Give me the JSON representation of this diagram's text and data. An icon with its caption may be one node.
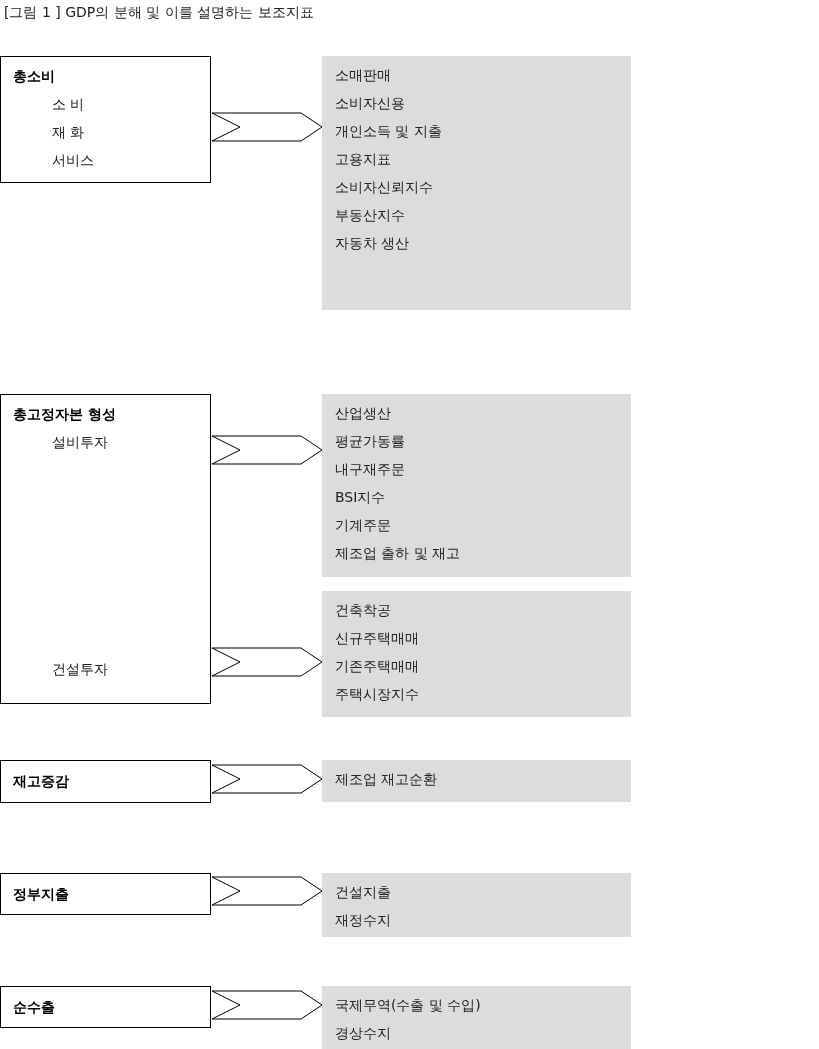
{
  "diagram": {
    "title": "[그림 1 ] GDP의 분해 및 이를 설명하는 보조지표",
    "nodes": [
      {
        "text": [
          "총소비",
          "소 비",
          "재 화",
          "서비스"
        ]
      },
      {
        "text": [
          "소매판매",
          "소비자신용",
          "개인소득 및 지출",
          "고용지표",
          "소비자신뢰지수",
          "부동산지수",
          "자동차 생산"
        ]
      },
      {
        "text": [
          "총고정자본 형성",
          "설비투자",
          "건설투자"
        ]
      },
      {
        "text": [
          "산업생산",
          "평균가동률",
          "내구재주문",
          "BSI지수",
          "기계주문",
          "제조업 출하 및 재고"
        ]
      },
      {
        "text": [
          "건축착공",
          "신규주택매매",
          "기존주택매매",
          "주택시장지수"
        ]
      },
      {
        "text": [
          "재고증감"
        ]
      },
      {
        "text": [
          "제조업 재고순환"
        ]
      },
      {
        "text": [
          "정부지출"
        ]
      },
      {
        "text": [
          "건설지출",
          "재정수지"
        ]
      },
      {
        "text": [
          "순수출"
        ]
      },
      {
        "text": [
          "국제무역(수출 및 수입)",
          "경상수지"
        ]
      }
    ],
    "edges": [
      {
        "from": 0,
        "to": 1,
        "arrow": "to"
      },
      {
        "from": 2,
        "to": 3,
        "arrow": "to"
      },
      {
        "from": 2,
        "to": 4,
        "arrow": "to"
      },
      {
        "from": 5,
        "to": 6,
        "arrow": "to"
      },
      {
        "from": 7,
        "to": 8,
        "arrow": "to"
      },
      {
        "from": 9,
        "to": 10,
        "arrow": "to"
      }
    ]
  }
}
